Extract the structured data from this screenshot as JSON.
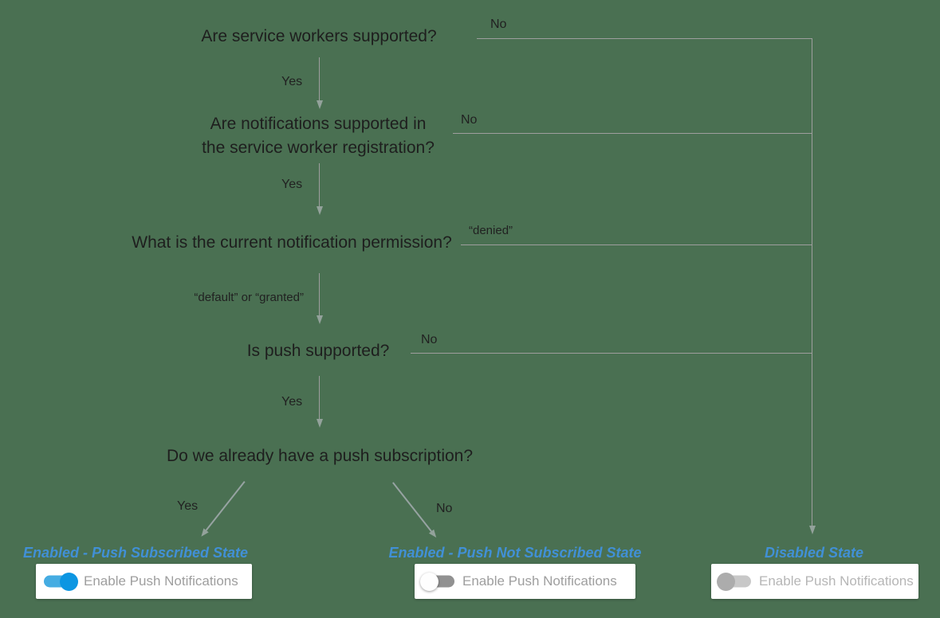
{
  "flow": {
    "questions": [
      {
        "text": "Are service workers supported?",
        "yes_label": "Yes",
        "no_label": "No"
      },
      {
        "text": "Are notifications supported in\nthe service worker registration?",
        "yes_label": "Yes",
        "no_label": "No"
      },
      {
        "text": "What is the current notification permission?",
        "yes_label": "“default” or “granted”",
        "no_label": "“denied”"
      },
      {
        "text": "Is push supported?",
        "yes_label": "Yes",
        "no_label": "No"
      },
      {
        "text": "Do we already have a push subscription?",
        "yes_label": "Yes",
        "no_label": "No"
      }
    ]
  },
  "states": [
    {
      "label": "Enabled - Push Subscribed State",
      "toggle_state": "on",
      "control_label": "Enable Push Notifications"
    },
    {
      "label": "Enabled - Push Not Subscribed State",
      "toggle_state": "off",
      "control_label": "Enable Push Notifications"
    },
    {
      "label": "Disabled State",
      "toggle_state": "disabled",
      "control_label": "Enable Push Notifications"
    }
  ],
  "colors": {
    "background": "#4A7052",
    "connector_line": "#9E9E9E",
    "question_text": "#1E1E1E",
    "state_label_blue": "#4190D6",
    "toggle_on_knob": "#0C96E2",
    "toggle_on_track": "#45ACE2",
    "toggle_off_track": "#919191",
    "toggle_off_knob": "#FEFEFE",
    "toggle_disabled_track": "#C8C8C8",
    "toggle_disabled_knob": "#ACACAC",
    "card_label_gray": "#9E9E9E",
    "card_label_disabled_gray": "#B6B6B6"
  }
}
